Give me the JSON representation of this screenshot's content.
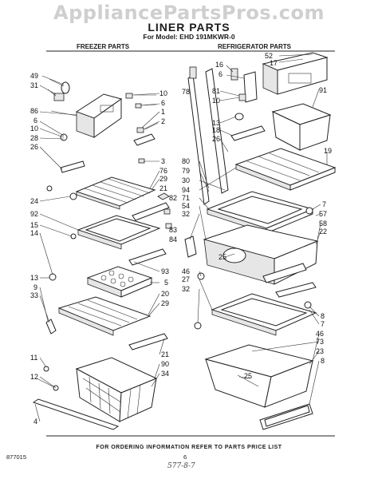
{
  "watermark": "AppliancePartsPros.com",
  "header": {
    "title": "LINER PARTS",
    "model": "For Model: EHD 191MKWR-0"
  },
  "columns": {
    "freezer": "FREEZER PARTS",
    "refrigerator": "REFRIGERATOR PARTS"
  },
  "footer": {
    "note": "FOR ORDERING INFORMATION REFER TO PARTS PRICE LIST",
    "code": "877015",
    "page": "6",
    "handwritten": "577-8-7"
  },
  "callouts": [
    "49",
    "31",
    "86",
    "6",
    "10",
    "28",
    "26",
    "10",
    "6",
    "1",
    "2",
    "3",
    "76",
    "29",
    "21",
    "24",
    "92",
    "15",
    "14",
    "82",
    "83",
    "84",
    "93",
    "5",
    "13",
    "9",
    "33",
    "20",
    "29",
    "11",
    "12",
    "4",
    "21",
    "90",
    "34",
    "52",
    "17",
    "16",
    "6",
    "78",
    "81",
    "10",
    "13",
    "18",
    "26",
    "80",
    "79",
    "30",
    "94",
    "91",
    "19",
    "71",
    "54",
    "32",
    "7",
    "57",
    "58",
    "22",
    "25",
    "46",
    "27",
    "32",
    "8",
    "7",
    "46",
    "73",
    "23",
    "8",
    "25"
  ]
}
